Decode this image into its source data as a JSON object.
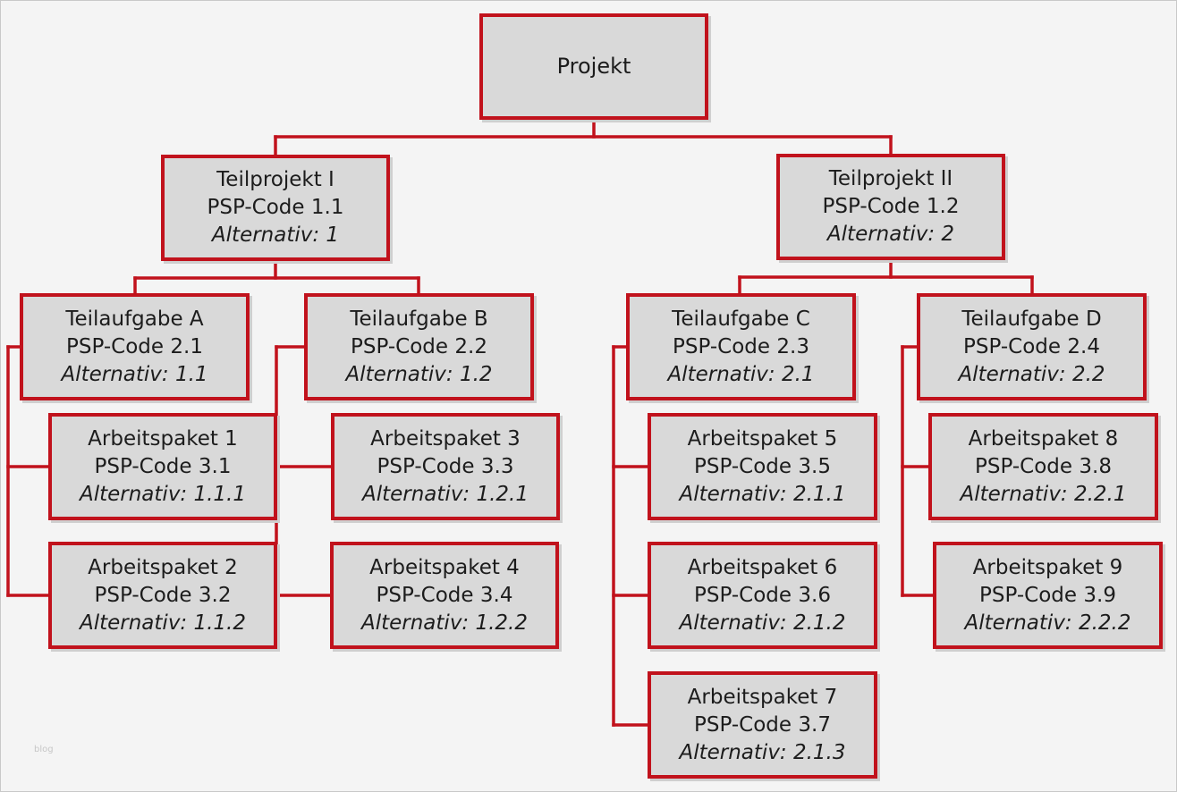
{
  "root": {
    "title": "Projekt"
  },
  "subprojects": [
    {
      "title": "Teilprojekt I",
      "code": "PSP-Code 1.1",
      "alt": "Alternativ: 1"
    },
    {
      "title": "Teilprojekt II",
      "code": "PSP-Code 1.2",
      "alt": "Alternativ: 2"
    }
  ],
  "tasks": [
    {
      "title": "Teilaufgabe A",
      "code": "PSP-Code 2.1",
      "alt": "Alternativ: 1.1"
    },
    {
      "title": "Teilaufgabe B",
      "code": "PSP-Code 2.2",
      "alt": "Alternativ: 1.2"
    },
    {
      "title": "Teilaufgabe C",
      "code": "PSP-Code 2.3",
      "alt": "Alternativ: 2.1"
    },
    {
      "title": "Teilaufgabe D",
      "code": "PSP-Code 2.4",
      "alt": "Alternativ: 2.2"
    }
  ],
  "packages": [
    {
      "title": "Arbeitspaket 1",
      "code": "PSP-Code 3.1",
      "alt": "Alternativ: 1.1.1"
    },
    {
      "title": "Arbeitspaket 2",
      "code": "PSP-Code 3.2",
      "alt": "Alternativ: 1.1.2"
    },
    {
      "title": "Arbeitspaket 3",
      "code": "PSP-Code 3.3",
      "alt": "Alternativ: 1.2.1"
    },
    {
      "title": "Arbeitspaket 4",
      "code": "PSP-Code 3.4",
      "alt": "Alternativ: 1.2.2"
    },
    {
      "title": "Arbeitspaket 5",
      "code": "PSP-Code 3.5",
      "alt": "Alternativ: 2.1.1"
    },
    {
      "title": "Arbeitspaket 6",
      "code": "PSP-Code 3.6",
      "alt": "Alternativ: 2.1.2"
    },
    {
      "title": "Arbeitspaket 7",
      "code": "PSP-Code 3.7",
      "alt": "Alternativ: 2.1.3"
    },
    {
      "title": "Arbeitspaket 8",
      "code": "PSP-Code 3.8",
      "alt": "Alternativ: 2.2.1"
    },
    {
      "title": "Arbeitspaket 9",
      "code": "PSP-Code 3.9",
      "alt": "Alternativ: 2.2.2"
    }
  ],
  "watermark": "blog",
  "colors": {
    "border": "#c1121c",
    "fill": "#d9d9d9",
    "background": "#f4f4f4"
  }
}
